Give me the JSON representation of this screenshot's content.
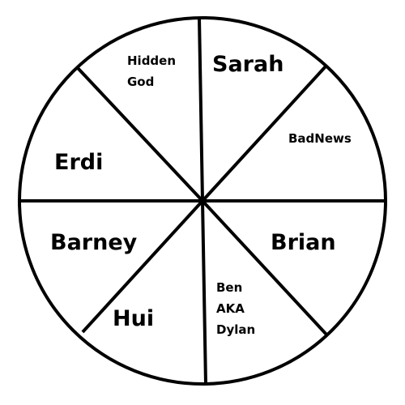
{
  "wheel": {
    "segments": [
      {
        "id": "hidden-god",
        "lines": [
          "Hidden",
          "God"
        ]
      },
      {
        "id": "sarah",
        "lines": [
          "Sarah"
        ]
      },
      {
        "id": "badnews",
        "lines": [
          "BadNews"
        ]
      },
      {
        "id": "brian",
        "lines": [
          "Brian"
        ]
      },
      {
        "id": "ben-aka-dylan",
        "lines": [
          "Ben",
          "AKA",
          "Dylan"
        ]
      },
      {
        "id": "hui",
        "lines": [
          "Hui"
        ]
      },
      {
        "id": "barney",
        "lines": [
          "Barney"
        ]
      },
      {
        "id": "erdi",
        "lines": [
          "Erdi"
        ]
      }
    ]
  }
}
